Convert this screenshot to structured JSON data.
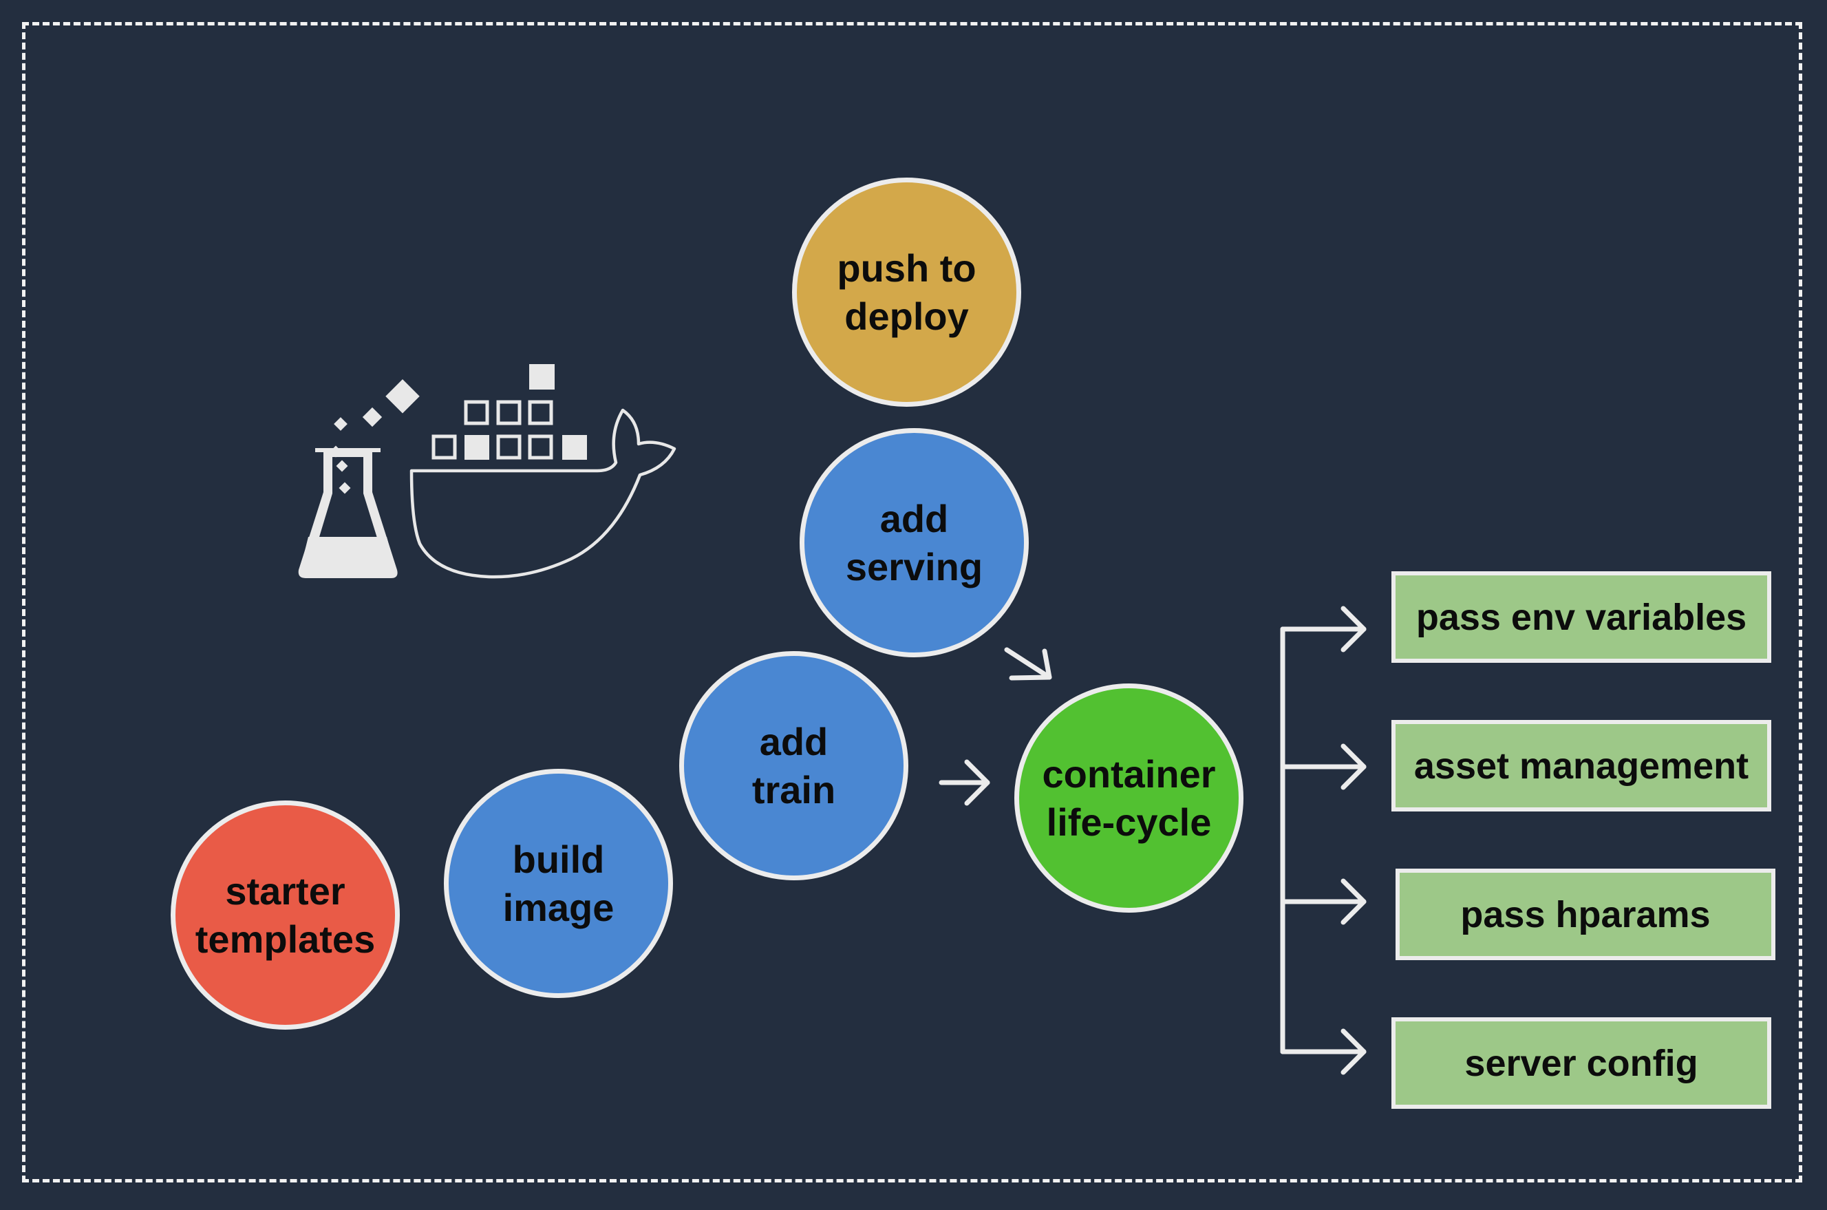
{
  "colors": {
    "background": "#232e3f",
    "border": "#ececec",
    "starter": "#e95b47",
    "blue": "#4a87d2",
    "deploy": "#d3a84a",
    "lifecycle": "#52c131",
    "box": "#9dc888"
  },
  "icon": {
    "name": "docker-lab-icon"
  },
  "nodes": {
    "starter_templates": "starter\ntemplates",
    "build_image": "build\nimage",
    "add_train": "add\ntrain",
    "add_serving": "add\nserving",
    "push_to_deploy": "push to\ndeploy",
    "container_lifecycle": "container\nlife-cycle"
  },
  "features": [
    "pass env variables",
    "asset management",
    "pass hparams",
    "server config"
  ]
}
